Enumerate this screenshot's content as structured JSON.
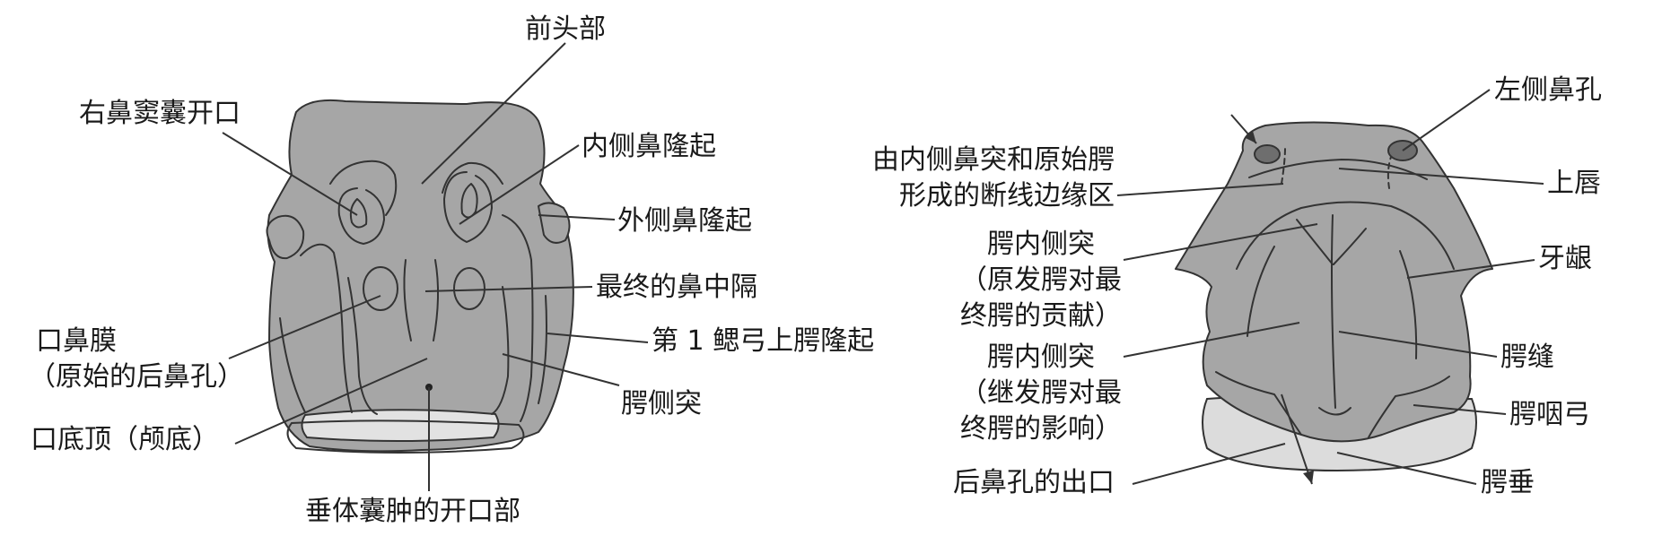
{
  "left_figure": {
    "labels": {
      "forehead": "前头部",
      "right_nasal_sac_opening": "右鼻窦囊开口",
      "medial_nasal_prominence": "内侧鼻隆起",
      "lateral_nasal_prominence": "外侧鼻隆起",
      "final_nasal_septum": "最终的鼻中隔",
      "oronasal_membrane_line1": "口鼻膜",
      "oronasal_membrane_line2": "（原始的后鼻孔）",
      "maxillary_prominence": "第 1 鳃弓上腭隆起",
      "palatal_shelf": "腭侧突",
      "roof_of_mouth": "口底顶（颅底）",
      "hypophyseal_pouch_opening": "垂体囊肿的开口部"
    }
  },
  "right_figure": {
    "labels": {
      "left_nostril": "左侧鼻孔",
      "fusion_zone_line1": "由内侧鼻突和原始腭",
      "fusion_zone_line2": "形成的断线边缘区",
      "upper_lip": "上唇",
      "medial_palatal_line1": "腭内侧突",
      "medial_palatal_line2": "（原发腭对最",
      "medial_palatal_line3": "终腭的贡献）",
      "gum": "牙龈",
      "palatal_shelf_line1": "腭内侧突",
      "palatal_shelf_line2": "（继发腭对最",
      "palatal_shelf_line3": "终腭的影响）",
      "palatal_raphe": "腭缝",
      "palatopharyngeal_arch": "腭咽弓",
      "posterior_choanae_exit": "后鼻孔的出口",
      "uvula": "腭垂"
    }
  },
  "colors": {
    "tissue": "#a6a6a6",
    "tissue_light": "#dcdcdc",
    "outline": "#333333",
    "leader": "#333333"
  }
}
